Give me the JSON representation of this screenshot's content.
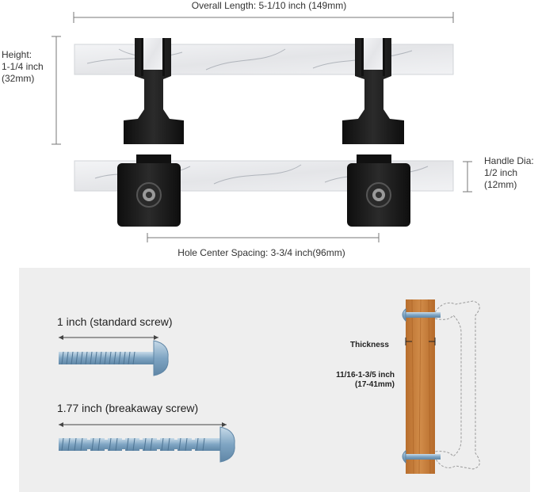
{
  "dimensions": {
    "overall_length": "Overall Length: 5-1/10 inch (149mm)",
    "height_title": "Height:",
    "height_inch": "1-1/4 inch",
    "height_mm": "(32mm)",
    "handle_dia_title": "Handle Dia:",
    "handle_dia_inch": "1/2 inch",
    "handle_dia_mm": "(12mm)",
    "hole_center_spacing": "Hole Center Spacing: 3-3/4 inch(96mm)"
  },
  "screws": {
    "standard_label": "1 inch (standard screw)",
    "breakaway_label": "1.77 inch (breakaway screw)"
  },
  "thickness": {
    "title": "Thickness",
    "range_inch": "11/16-1-3/5 inch",
    "range_mm": "(17-41mm)"
  },
  "colors": {
    "marble": "#e9eaec",
    "hardware": "#1a1a1a",
    "wood": "#c8813f",
    "screw": "#8fb3cf",
    "panel": "#eeeeee",
    "dimension_line": "#666666"
  }
}
